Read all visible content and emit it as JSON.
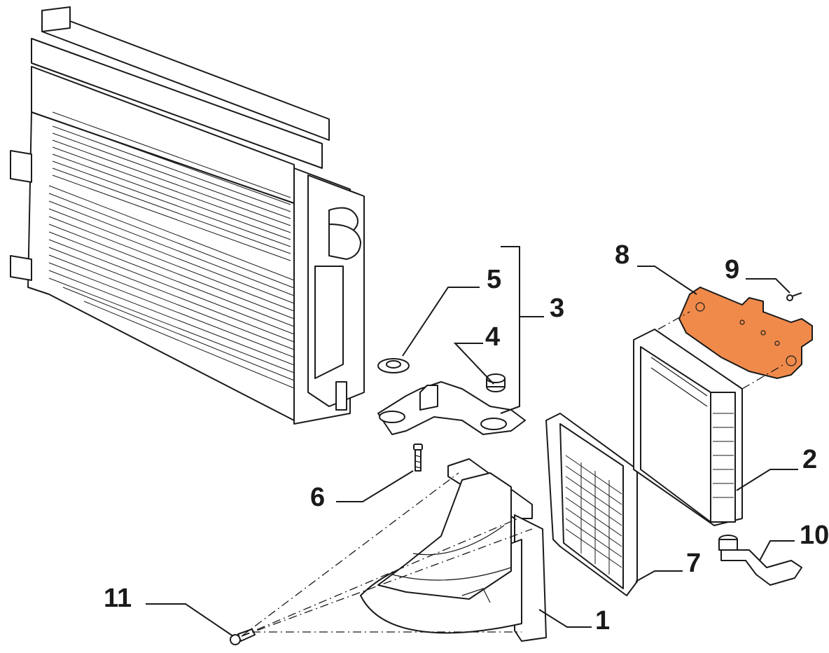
{
  "diagram": {
    "highlight_color": "#f08a4b",
    "callouts": {
      "part_1": "1",
      "part_2": "2",
      "part_3": "3",
      "part_4": "4",
      "part_5": "5",
      "part_6": "6",
      "part_7": "7",
      "part_8": "8",
      "part_9": "9",
      "part_10": "10",
      "part_11": "11"
    }
  }
}
